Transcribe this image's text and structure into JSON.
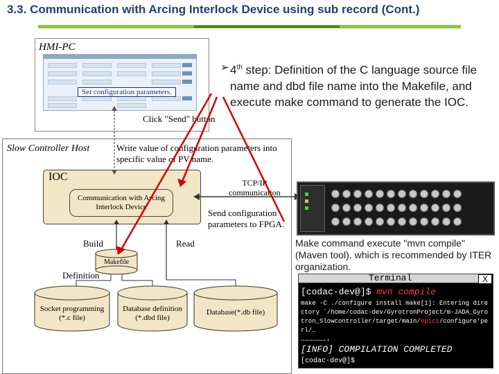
{
  "title": "3.3. Communication with Arcing Interlock Device using sub record (Cont.)",
  "diagram": {
    "hmi_label": "HMI-PC",
    "set_config_callout": "Set configuration parameters.",
    "click_send": "Click \"Send\" button",
    "host_label": "Slow Controller Host",
    "write_value": "Write value of configuration parameters into specific value of PV name.",
    "ioc_label": "IOC",
    "comm_box": "Communication with Arcing Interlock Device",
    "tcp_ip": "TCP/IP\ncommunication",
    "send_config": "Send configuration parameters to FPGA.",
    "build": "Build",
    "read": "Read",
    "makefile": "Makefile",
    "definition": "Definition",
    "socket": "Socket programming\n(*.c file)",
    "dbd": "Database definition\n(*.dbd file)",
    "db": "Database(*.db file)"
  },
  "bullet": {
    "step_main": "4",
    "step_sup": "th",
    "text": " step: Definition of the C language source file name and dbd file name into the Makefile, and execute make command to generate the IOC."
  },
  "mvn_note": "Make command execute \"mvn compile\" (Maven tool), which is recommended by ITER organization.",
  "terminal": {
    "title": "Terminal",
    "close": "X",
    "prompt": "[codac-dev@]$ ",
    "command": "mvn compile",
    "output_pre": "make -C ./configure install make[1]: Entering directory `/home/codac-dev/GyrotronProject/m-JADA_Gyrotron_Slowcontroller/target/main/",
    "output_hl": "epics",
    "output_post": "/configure'perl/…",
    "dots": "…………….",
    "result": "[INFO] COMPILATION COMPLETED",
    "prompt_end": "[codac-dev@]$"
  }
}
